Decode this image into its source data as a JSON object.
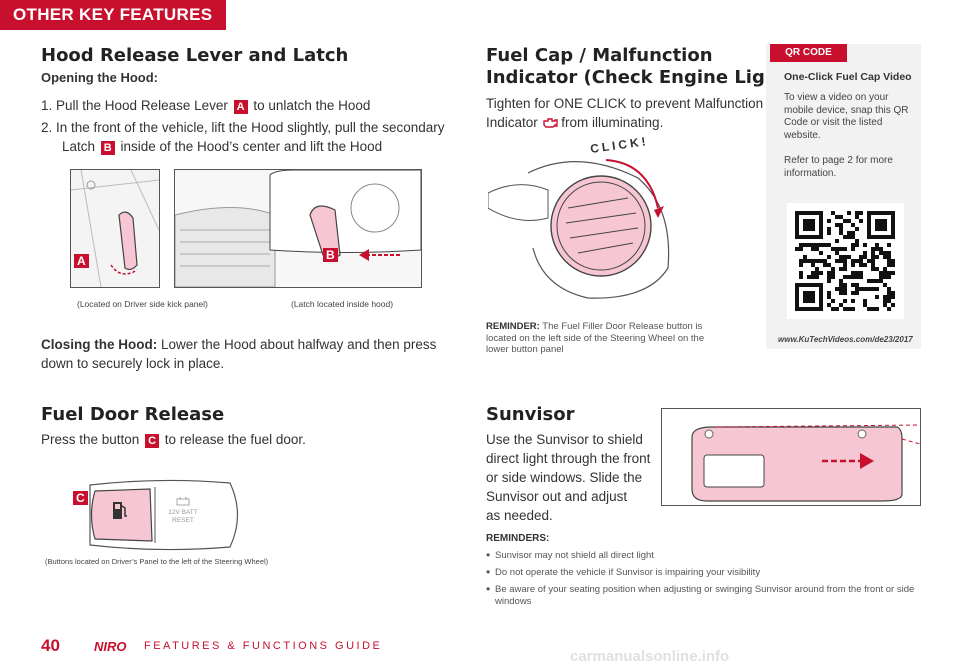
{
  "header": {
    "section_tab": "OTHER KEY FEATURES"
  },
  "hood": {
    "title": "Hood Release Lever and Latch",
    "opening_label": "Opening the Hood:",
    "step1_pre": "1.  Pull the Hood Release Lever ",
    "step1_badge": "A",
    "step1_post": " to unlatch the Hood",
    "step2_line1": "2.  In the front of the vehicle, lift the Hood slightly, pull the secondary",
    "step2_pre": "Latch ",
    "step2_badge": "B",
    "step2_post": " inside of the Hood’s center and lift the Hood",
    "caption_a": "(Located on Driver side kick panel)",
    "caption_b": "(Latch located inside hood)",
    "closing_label": "Closing the Hood:",
    "closing_text_1": " Lower the Hood about halfway and then press",
    "closing_text_2": "down to securely lock in place."
  },
  "fuel_cap": {
    "title_line1": "Fuel Cap / Malfunction",
    "title_line2": "Indicator (Check Engine Light)",
    "text_line1": "Tighten for ONE CLICK to prevent Malfunction",
    "text_pre": "Indicator ",
    "text_post": " from illuminating.",
    "click_label": "CLICK!",
    "reminder_label": "REMINDER:",
    "reminder_text": " The Fuel Filler Door Release button is located on the left side of the Steering Wheel on the lower button panel"
  },
  "qr": {
    "tag": "QR CODE",
    "title": "One-Click Fuel Cap Video",
    "text1": "To view a video on your mobile device, snap this QR Code or visit the listed website.",
    "text2": "Refer to page 2 for more information.",
    "url": "www.KuTechVideos.com/de23/2017"
  },
  "fuel_door": {
    "title": "Fuel Door Release",
    "text_pre": "Press the button ",
    "badge": "C",
    "text_post": " to release the fuel door.",
    "batt_label_1": "12V BATT",
    "batt_label_2": "RESET",
    "caption": "(Buttons located on Driver’s Panel to the left of the Steering Wheel)"
  },
  "sunvisor": {
    "title": "Sunvisor",
    "text_lines": [
      "Use the Sunvisor to shield",
      "direct light through the front",
      "or side windows. Slide the",
      "Sunvisor out and adjust",
      "as needed."
    ],
    "reminders_label": "REMINDERS:",
    "reminders": [
      "Sunvisor may not shield all direct light",
      "Do not operate the vehicle if Sunvisor is impairing your visibility",
      "Be aware of your seating position when adjusting or swinging Sunvisor around from the front or side windows"
    ]
  },
  "footer": {
    "page": "40",
    "brand": "NIRO",
    "guide": "FEATURES & FUNCTIONS GUIDE",
    "watermark": "carmanualsonline.info"
  },
  "colors": {
    "accent": "#c8102e",
    "highlight_pink": "#f7c6d3"
  }
}
